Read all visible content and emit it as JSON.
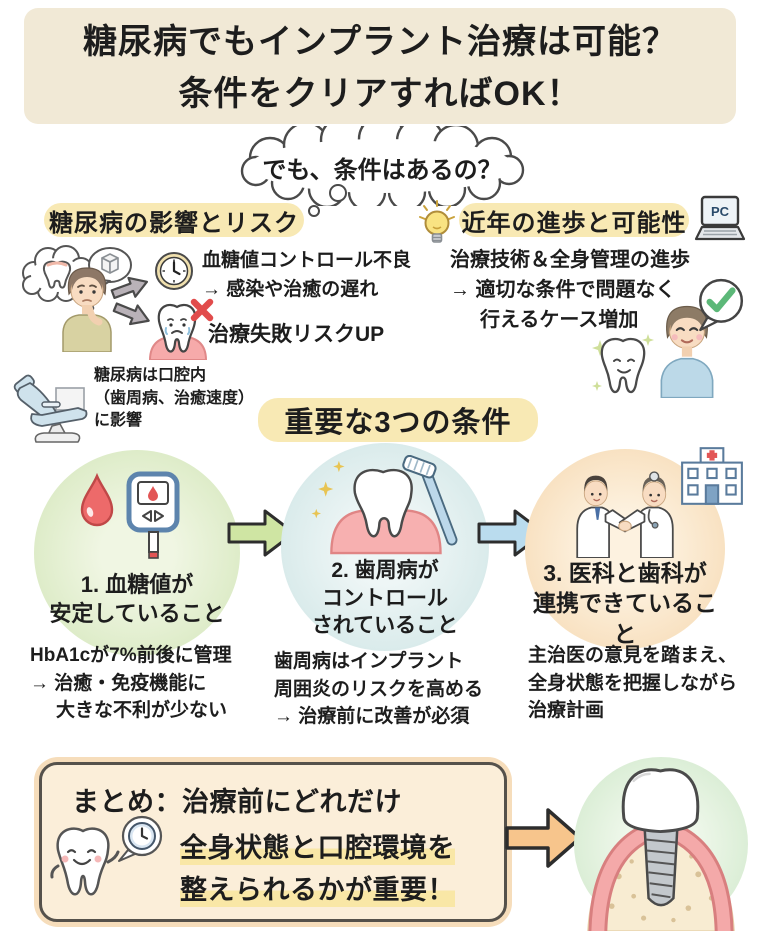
{
  "title": {
    "line1": "糖尿病でもインプラント治療は可能？",
    "line2": "条件をクリアすればOK！"
  },
  "question_bubble": {
    "text": "でも、条件はあるの？"
  },
  "risk_section": {
    "heading": "糖尿病の影響とリスク",
    "risk1_line1": "血糖値コントロール不良",
    "risk1_line2": "→ 感染や治癒の遅れ",
    "risk2": "治療失敗リスクUP",
    "note_line1": "糖尿病は口腔内",
    "note_line2": "（歯周病、治癒速度）",
    "note_line3": "に影響"
  },
  "progress_section": {
    "heading": "近年の進歩と可能性",
    "pc_label": "PC",
    "body_line1": "治療技術＆全身管理の進歩",
    "body_line2": "→ 適切な条件で問題なく",
    "body_line3": "行えるケース増加"
  },
  "conditions": {
    "heading": "重要な3つの条件",
    "items": [
      {
        "label_line1": "1. 血糖値が",
        "label_line2": "安定していること",
        "label_line3": "",
        "note_line1": "HbA1cが7%前後に管理",
        "note_line2": "→ 治癒・免疫機能に",
        "note_line3": "大きな不利が少ない"
      },
      {
        "label_line1": "2. 歯周病が",
        "label_line2": "コントロール",
        "label_line3": "されていること",
        "note_line1": "歯周病はインプラント",
        "note_line2": "周囲炎のリスクを高める",
        "note_line3": "→ 治療前に改善が必須"
      },
      {
        "label_line1": "3. 医科と歯科が",
        "label_line2": "連携できていること",
        "label_line3": "",
        "note_line1": "主治医の意見を踏まえ、",
        "note_line2": "全身状態を把握しながら",
        "note_line3": "治療計画"
      }
    ]
  },
  "summary": {
    "line1": "まとめ：治療前にどれだけ",
    "line2": "全身状態と口腔環境を",
    "line3": "整えられるかが重要！"
  },
  "colors": {
    "title_bg": "#f1e9d6",
    "heading_highlight": "#f8e9b4",
    "circle1_green": "#dcebc6",
    "circle2_blue": "#d8eaea",
    "circle3_peach": "#f8e0bf",
    "arrow_green": "#cfe5a3",
    "arrow_blue": "#badcee",
    "arrow_orange": "#f7c58c",
    "summary_border": "#f6ddbb",
    "summary_bg": "#fbeed9",
    "check_green": "#5cb878",
    "x_red": "#e14b4b",
    "gum_pink": "#f4a9a9"
  }
}
